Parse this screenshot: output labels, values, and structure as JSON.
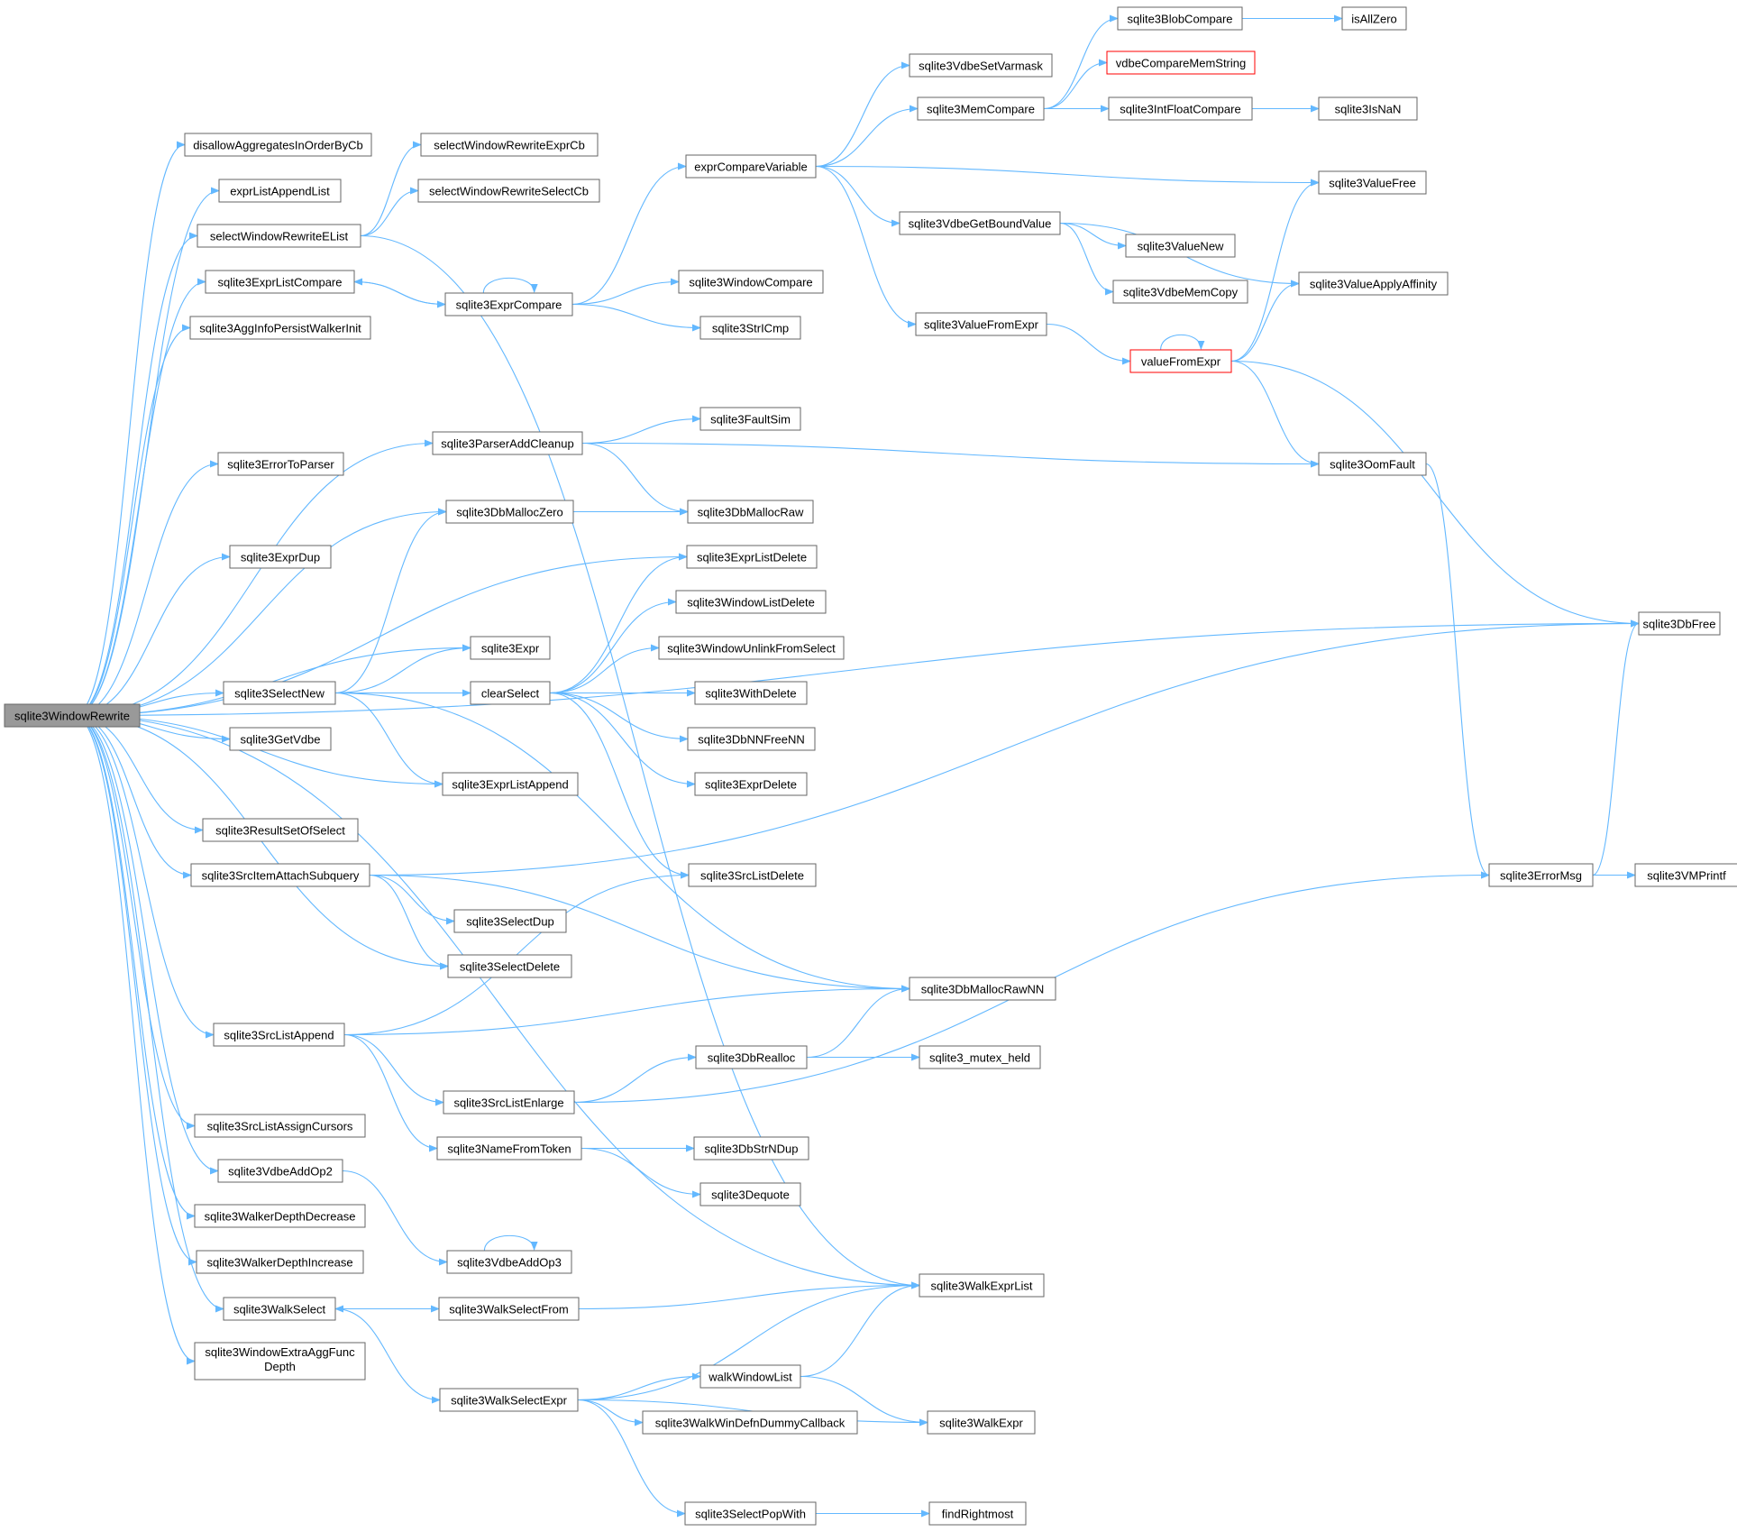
{
  "colors": {
    "edge": "#63b8ff",
    "root_fill": "#999999",
    "node_border": "#666666",
    "highlight_border": "#ff0000"
  },
  "nodes": [
    {
      "id": "root",
      "label": [
        "sqlite3WindowRewrite"
      ],
      "style": "root"
    },
    {
      "id": "disallow",
      "label": [
        "disallowAggregatesInOrderByCb"
      ]
    },
    {
      "id": "exprListAppendList",
      "label": [
        "exprListAppendList"
      ]
    },
    {
      "id": "selectWindowRewriteEList",
      "label": [
        "selectWindowRewriteEList"
      ]
    },
    {
      "id": "selectWindowRewriteExprCb",
      "label": [
        "selectWindowRewriteExprCb"
      ]
    },
    {
      "id": "selectWindowRewriteSelectCb",
      "label": [
        "selectWindowRewriteSelectCb"
      ]
    },
    {
      "id": "sqlite3ExprListCompare",
      "label": [
        "sqlite3ExprListCompare"
      ]
    },
    {
      "id": "sqlite3ExprCompare",
      "label": [
        "sqlite3ExprCompare"
      ]
    },
    {
      "id": "sqlite3AggInfoPersistWalkerInit",
      "label": [
        "sqlite3AggInfoPersistWalkerInit"
      ]
    },
    {
      "id": "exprCompareVariable",
      "label": [
        "exprCompareVariable"
      ]
    },
    {
      "id": "sqlite3VdbeSetVarmask",
      "label": [
        "sqlite3VdbeSetVarmask"
      ]
    },
    {
      "id": "sqlite3MemCompare",
      "label": [
        "sqlite3MemCompare"
      ]
    },
    {
      "id": "sqlite3BlobCompare",
      "label": [
        "sqlite3BlobCompare"
      ]
    },
    {
      "id": "isAllZero",
      "label": [
        "isAllZero"
      ]
    },
    {
      "id": "vdbeCompareMemString",
      "label": [
        "vdbeCompareMemString"
      ],
      "style": "red"
    },
    {
      "id": "sqlite3IntFloatCompare",
      "label": [
        "sqlite3IntFloatCompare"
      ]
    },
    {
      "id": "sqlite3IsNaN",
      "label": [
        "sqlite3IsNaN"
      ]
    },
    {
      "id": "sqlite3ValueFree",
      "label": [
        "sqlite3ValueFree"
      ]
    },
    {
      "id": "sqlite3VdbeGetBoundValue",
      "label": [
        "sqlite3VdbeGetBoundValue"
      ]
    },
    {
      "id": "sqlite3ValueNew",
      "label": [
        "sqlite3ValueNew"
      ]
    },
    {
      "id": "sqlite3VdbeMemCopy",
      "label": [
        "sqlite3VdbeMemCopy"
      ]
    },
    {
      "id": "sqlite3ValueApplyAffinity",
      "label": [
        "sqlite3ValueApplyAffinity"
      ]
    },
    {
      "id": "sqlite3WindowCompare",
      "label": [
        "sqlite3WindowCompare"
      ]
    },
    {
      "id": "sqlite3StrICmp",
      "label": [
        "sqlite3StrICmp"
      ]
    },
    {
      "id": "sqlite3ValueFromExpr",
      "label": [
        "sqlite3ValueFromExpr"
      ]
    },
    {
      "id": "valueFromExpr",
      "label": [
        "valueFromExpr"
      ],
      "style": "red"
    },
    {
      "id": "sqlite3ParserAddCleanup",
      "label": [
        "sqlite3ParserAddCleanup"
      ]
    },
    {
      "id": "sqlite3FaultSim",
      "label": [
        "sqlite3FaultSim"
      ]
    },
    {
      "id": "sqlite3OomFault",
      "label": [
        "sqlite3OomFault"
      ]
    },
    {
      "id": "sqlite3ErrorToParser",
      "label": [
        "sqlite3ErrorToParser"
      ]
    },
    {
      "id": "sqlite3DbMallocZero",
      "label": [
        "sqlite3DbMallocZero"
      ]
    },
    {
      "id": "sqlite3DbMallocRaw",
      "label": [
        "sqlite3DbMallocRaw"
      ]
    },
    {
      "id": "sqlite3ExprDup",
      "label": [
        "sqlite3ExprDup"
      ]
    },
    {
      "id": "sqlite3ExprListDelete",
      "label": [
        "sqlite3ExprListDelete"
      ]
    },
    {
      "id": "sqlite3WindowListDelete",
      "label": [
        "sqlite3WindowListDelete"
      ]
    },
    {
      "id": "sqlite3Expr",
      "label": [
        "sqlite3Expr"
      ]
    },
    {
      "id": "sqlite3WindowUnlinkFromSelect",
      "label": [
        "sqlite3WindowUnlinkFromSelect"
      ]
    },
    {
      "id": "sqlite3DbFree",
      "label": [
        "sqlite3DbFree"
      ]
    },
    {
      "id": "sqlite3SelectNew",
      "label": [
        "sqlite3SelectNew"
      ]
    },
    {
      "id": "clearSelect",
      "label": [
        "clearSelect"
      ]
    },
    {
      "id": "sqlite3WithDelete",
      "label": [
        "sqlite3WithDelete"
      ]
    },
    {
      "id": "sqlite3GetVdbe",
      "label": [
        "sqlite3GetVdbe"
      ]
    },
    {
      "id": "sqlite3DbNNFreeNN",
      "label": [
        "sqlite3DbNNFreeNN"
      ]
    },
    {
      "id": "sqlite3ExprListAppend",
      "label": [
        "sqlite3ExprListAppend"
      ]
    },
    {
      "id": "sqlite3ExprDelete",
      "label": [
        "sqlite3ExprDelete"
      ]
    },
    {
      "id": "sqlite3ResultSetOfSelect",
      "label": [
        "sqlite3ResultSetOfSelect"
      ]
    },
    {
      "id": "sqlite3SrcItemAttachSubquery",
      "label": [
        "sqlite3SrcItemAttachSubquery"
      ]
    },
    {
      "id": "sqlite3SrcListDelete",
      "label": [
        "sqlite3SrcListDelete"
      ]
    },
    {
      "id": "sqlite3ErrorMsg",
      "label": [
        "sqlite3ErrorMsg"
      ]
    },
    {
      "id": "sqlite3VMPrintf",
      "label": [
        "sqlite3VMPrintf"
      ]
    },
    {
      "id": "sqlite3SelectDup",
      "label": [
        "sqlite3SelectDup"
      ]
    },
    {
      "id": "sqlite3SelectDelete",
      "label": [
        "sqlite3SelectDelete"
      ]
    },
    {
      "id": "sqlite3DbMallocRawNN",
      "label": [
        "sqlite3DbMallocRawNN"
      ]
    },
    {
      "id": "sqlite3SrcListAppend",
      "label": [
        "sqlite3SrcListAppend"
      ]
    },
    {
      "id": "sqlite3DbRealloc",
      "label": [
        "sqlite3DbRealloc"
      ]
    },
    {
      "id": "sqlite3_mutex_held",
      "label": [
        "sqlite3_mutex_held"
      ]
    },
    {
      "id": "sqlite3SrcListEnlarge",
      "label": [
        "sqlite3SrcListEnlarge"
      ]
    },
    {
      "id": "sqlite3SrcListAssignCursors",
      "label": [
        "sqlite3SrcListAssignCursors"
      ]
    },
    {
      "id": "sqlite3NameFromToken",
      "label": [
        "sqlite3NameFromToken"
      ]
    },
    {
      "id": "sqlite3DbStrNDup",
      "label": [
        "sqlite3DbStrNDup"
      ]
    },
    {
      "id": "sqlite3VdbeAddOp2",
      "label": [
        "sqlite3VdbeAddOp2"
      ]
    },
    {
      "id": "sqlite3Dequote",
      "label": [
        "sqlite3Dequote"
      ]
    },
    {
      "id": "sqlite3WalkerDepthDecrease",
      "label": [
        "sqlite3WalkerDepthDecrease"
      ]
    },
    {
      "id": "sqlite3VdbeAddOp3",
      "label": [
        "sqlite3VdbeAddOp3"
      ]
    },
    {
      "id": "sqlite3WalkerDepthIncrease",
      "label": [
        "sqlite3WalkerDepthIncrease"
      ]
    },
    {
      "id": "sqlite3WalkExprList",
      "label": [
        "sqlite3WalkExprList"
      ]
    },
    {
      "id": "sqlite3WalkSelect",
      "label": [
        "sqlite3WalkSelect"
      ]
    },
    {
      "id": "sqlite3WalkSelectFrom",
      "label": [
        "sqlite3WalkSelectFrom"
      ]
    },
    {
      "id": "sqlite3WindowExtraAggFuncDepth",
      "label": [
        "sqlite3WindowExtraAggFunc",
        "Depth"
      ]
    },
    {
      "id": "walkWindowList",
      "label": [
        "walkWindowList"
      ]
    },
    {
      "id": "sqlite3WalkSelectExpr",
      "label": [
        "sqlite3WalkSelectExpr"
      ]
    },
    {
      "id": "sqlite3WalkWinDefnDummyCallback",
      "label": [
        "sqlite3WalkWinDefnDummyCallback"
      ]
    },
    {
      "id": "sqlite3WalkExpr",
      "label": [
        "sqlite3WalkExpr"
      ]
    },
    {
      "id": "sqlite3SelectPopWith",
      "label": [
        "sqlite3SelectPopWith"
      ]
    },
    {
      "id": "findRightmost",
      "label": [
        "findRightmost"
      ]
    }
  ],
  "edges": [
    [
      "root",
      "disallow"
    ],
    [
      "root",
      "exprListAppendList"
    ],
    [
      "root",
      "selectWindowRewriteEList"
    ],
    [
      "root",
      "sqlite3ExprListCompare"
    ],
    [
      "root",
      "sqlite3AggInfoPersistWalkerInit"
    ],
    [
      "root",
      "sqlite3DbFree"
    ],
    [
      "root",
      "sqlite3ParserAddCleanup"
    ],
    [
      "root",
      "sqlite3ErrorToParser"
    ],
    [
      "root",
      "sqlite3DbMallocZero"
    ],
    [
      "root",
      "sqlite3ExprDup"
    ],
    [
      "root",
      "sqlite3ExprListDelete"
    ],
    [
      "root",
      "sqlite3Expr"
    ],
    [
      "root",
      "sqlite3SelectNew"
    ],
    [
      "root",
      "sqlite3GetVdbe"
    ],
    [
      "root",
      "sqlite3ExprListAppend"
    ],
    [
      "root",
      "sqlite3ResultSetOfSelect"
    ],
    [
      "root",
      "sqlite3SrcItemAttachSubquery"
    ],
    [
      "root",
      "sqlite3SelectDelete"
    ],
    [
      "root",
      "sqlite3SrcListAppend"
    ],
    [
      "root",
      "sqlite3SrcListAssignCursors"
    ],
    [
      "root",
      "sqlite3VdbeAddOp2"
    ],
    [
      "root",
      "sqlite3WalkerDepthDecrease"
    ],
    [
      "root",
      "sqlite3WalkerDepthIncrease"
    ],
    [
      "root",
      "sqlite3WalkSelect"
    ],
    [
      "root",
      "sqlite3WindowExtraAggFuncDepth"
    ],
    [
      "root",
      "sqlite3WalkExprList"
    ],
    [
      "selectWindowRewriteEList",
      "selectWindowRewriteExprCb"
    ],
    [
      "selectWindowRewriteEList",
      "selectWindowRewriteSelectCb"
    ],
    [
      "selectWindowRewriteEList",
      "sqlite3WalkExprList"
    ],
    [
      "sqlite3ExprListCompare",
      "sqlite3ExprCompare"
    ],
    [
      "sqlite3ExprCompare",
      "sqlite3ExprListCompare"
    ],
    [
      "sqlite3ExprCompare",
      "sqlite3ExprCompare"
    ],
    [
      "sqlite3ExprCompare",
      "exprCompareVariable"
    ],
    [
      "sqlite3ExprCompare",
      "sqlite3WindowCompare"
    ],
    [
      "sqlite3ExprCompare",
      "sqlite3StrICmp"
    ],
    [
      "exprCompareVariable",
      "sqlite3VdbeSetVarmask"
    ],
    [
      "exprCompareVariable",
      "sqlite3MemCompare"
    ],
    [
      "exprCompareVariable",
      "sqlite3ValueFree"
    ],
    [
      "exprCompareVariable",
      "sqlite3VdbeGetBoundValue"
    ],
    [
      "exprCompareVariable",
      "sqlite3ValueFromExpr"
    ],
    [
      "sqlite3MemCompare",
      "sqlite3BlobCompare"
    ],
    [
      "sqlite3MemCompare",
      "vdbeCompareMemString"
    ],
    [
      "sqlite3MemCompare",
      "sqlite3IntFloatCompare"
    ],
    [
      "sqlite3BlobCompare",
      "isAllZero"
    ],
    [
      "sqlite3IntFloatCompare",
      "sqlite3IsNaN"
    ],
    [
      "sqlite3VdbeGetBoundValue",
      "sqlite3ValueNew"
    ],
    [
      "sqlite3VdbeGetBoundValue",
      "sqlite3VdbeMemCopy"
    ],
    [
      "sqlite3VdbeGetBoundValue",
      "sqlite3ValueApplyAffinity"
    ],
    [
      "sqlite3ValueFromExpr",
      "valueFromExpr"
    ],
    [
      "valueFromExpr",
      "valueFromExpr"
    ],
    [
      "valueFromExpr",
      "sqlite3ValueFree"
    ],
    [
      "valueFromExpr",
      "sqlite3ValueApplyAffinity"
    ],
    [
      "valueFromExpr",
      "sqlite3DbFree"
    ],
    [
      "valueFromExpr",
      "sqlite3OomFault"
    ],
    [
      "sqlite3ParserAddCleanup",
      "sqlite3FaultSim"
    ],
    [
      "sqlite3ParserAddCleanup",
      "sqlite3OomFault"
    ],
    [
      "sqlite3ParserAddCleanup",
      "sqlite3DbMallocRaw"
    ],
    [
      "sqlite3OomFault",
      "sqlite3ErrorMsg"
    ],
    [
      "sqlite3DbMallocZero",
      "sqlite3DbMallocRaw"
    ],
    [
      "sqlite3SelectNew",
      "sqlite3DbMallocZero"
    ],
    [
      "sqlite3SelectNew",
      "sqlite3Expr"
    ],
    [
      "sqlite3SelectNew",
      "clearSelect"
    ],
    [
      "sqlite3SelectNew",
      "sqlite3ExprListAppend"
    ],
    [
      "sqlite3SelectNew",
      "sqlite3DbMallocRawNN"
    ],
    [
      "clearSelect",
      "sqlite3ExprListDelete"
    ],
    [
      "clearSelect",
      "sqlite3WindowListDelete"
    ],
    [
      "clearSelect",
      "sqlite3WindowUnlinkFromSelect"
    ],
    [
      "clearSelect",
      "sqlite3WithDelete"
    ],
    [
      "clearSelect",
      "sqlite3DbNNFreeNN"
    ],
    [
      "clearSelect",
      "sqlite3ExprDelete"
    ],
    [
      "clearSelect",
      "sqlite3SrcListDelete"
    ],
    [
      "sqlite3SrcItemAttachSubquery",
      "sqlite3DbFree"
    ],
    [
      "sqlite3SrcItemAttachSubquery",
      "sqlite3SelectDup"
    ],
    [
      "sqlite3SrcItemAttachSubquery",
      "sqlite3SelectDelete"
    ],
    [
      "sqlite3SrcItemAttachSubquery",
      "sqlite3DbMallocRawNN"
    ],
    [
      "sqlite3ErrorMsg",
      "sqlite3DbFree"
    ],
    [
      "sqlite3ErrorMsg",
      "sqlite3VMPrintf"
    ],
    [
      "sqlite3SrcListAppend",
      "sqlite3SrcListDelete"
    ],
    [
      "sqlite3SrcListAppend",
      "sqlite3DbMallocRawNN"
    ],
    [
      "sqlite3SrcListAppend",
      "sqlite3SrcListEnlarge"
    ],
    [
      "sqlite3SrcListAppend",
      "sqlite3NameFromToken"
    ],
    [
      "sqlite3DbRealloc",
      "sqlite3DbMallocRawNN"
    ],
    [
      "sqlite3DbRealloc",
      "sqlite3_mutex_held"
    ],
    [
      "sqlite3SrcListEnlarge",
      "sqlite3DbRealloc"
    ],
    [
      "sqlite3SrcListEnlarge",
      "sqlite3ErrorMsg"
    ],
    [
      "sqlite3NameFromToken",
      "sqlite3DbStrNDup"
    ],
    [
      "sqlite3NameFromToken",
      "sqlite3Dequote"
    ],
    [
      "sqlite3VdbeAddOp2",
      "sqlite3VdbeAddOp3"
    ],
    [
      "sqlite3VdbeAddOp3",
      "sqlite3VdbeAddOp3"
    ],
    [
      "sqlite3WalkSelect",
      "sqlite3WalkSelectFrom"
    ],
    [
      "sqlite3WalkSelectFrom",
      "sqlite3WalkSelect"
    ],
    [
      "sqlite3WalkSelectFrom",
      "sqlite3WalkExprList"
    ],
    [
      "sqlite3WalkSelect",
      "sqlite3WalkSelectExpr"
    ],
    [
      "sqlite3WalkSelectExpr",
      "sqlite3WalkExprList"
    ],
    [
      "sqlite3WalkSelectExpr",
      "walkWindowList"
    ],
    [
      "sqlite3WalkSelectExpr",
      "sqlite3WalkWinDefnDummyCallback"
    ],
    [
      "sqlite3WalkSelectExpr",
      "sqlite3WalkExpr"
    ],
    [
      "sqlite3WalkSelectExpr",
      "sqlite3SelectPopWith"
    ],
    [
      "walkWindowList",
      "sqlite3WalkExprList"
    ],
    [
      "walkWindowList",
      "sqlite3WalkExpr"
    ],
    [
      "sqlite3SelectPopWith",
      "findRightmost"
    ]
  ]
}
